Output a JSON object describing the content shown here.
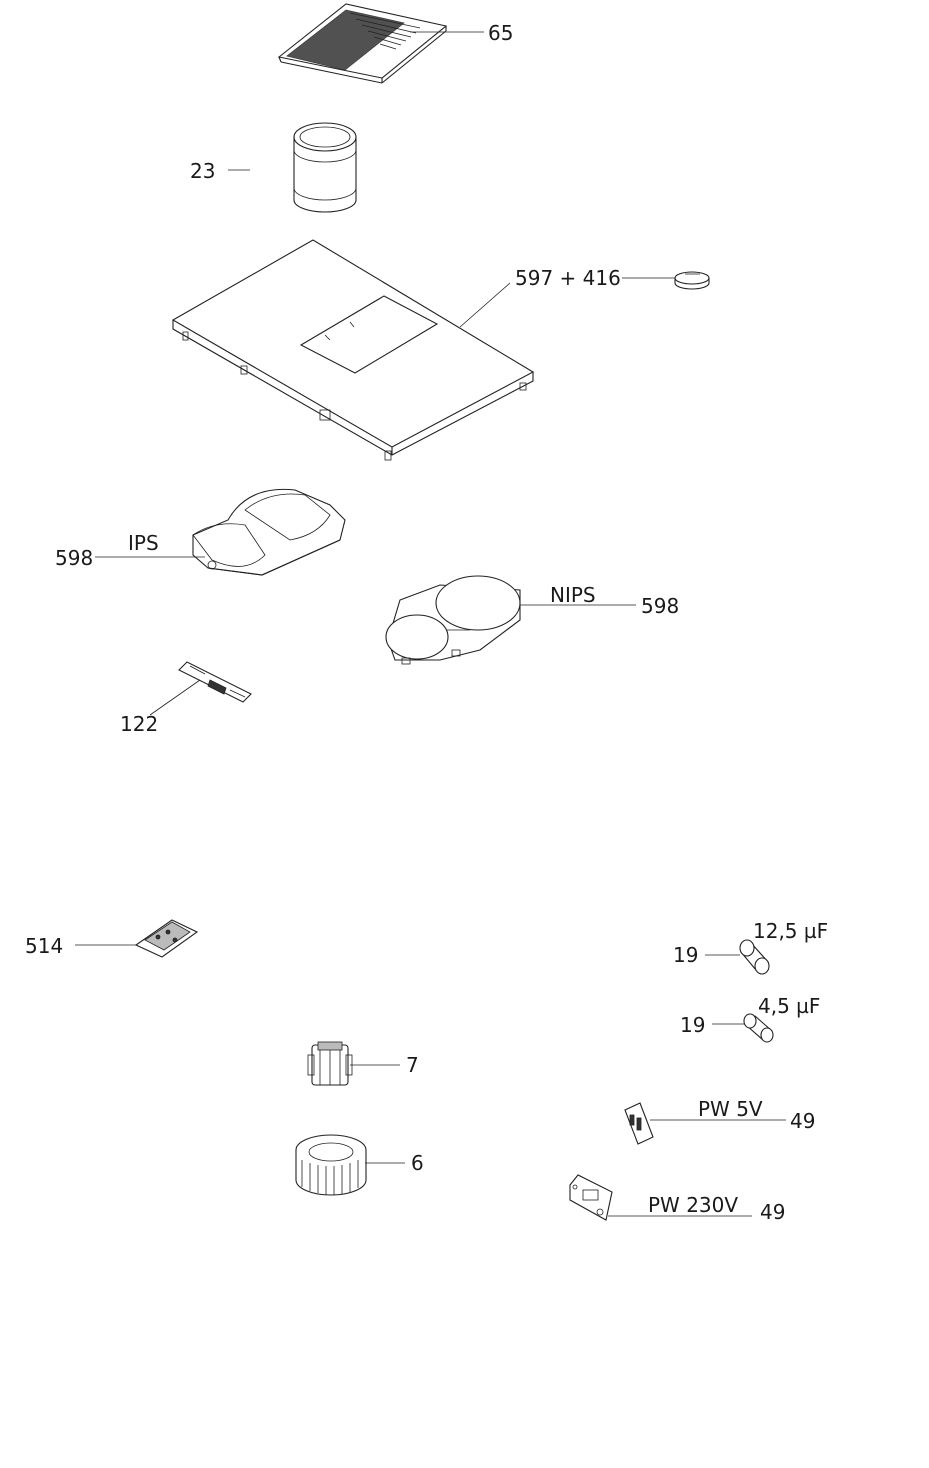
{
  "labels": {
    "grille": "65",
    "filter": "23",
    "glass_top": "597 + 416",
    "ips_number": "598",
    "ips_name": "IPS",
    "nips_number": "598",
    "nips_name": "NIPS",
    "keyboard": "122",
    "filter_board": "514",
    "motor": "7",
    "fan": "6",
    "cap1_number": "19",
    "cap1_value": "12,5 µF",
    "cap2_number": "19",
    "cap2_value": "4,5 µF",
    "psu5_name": "PW 5V",
    "psu5_number": "49",
    "psu230_name": "PW 230V",
    "psu230_number": "49"
  }
}
